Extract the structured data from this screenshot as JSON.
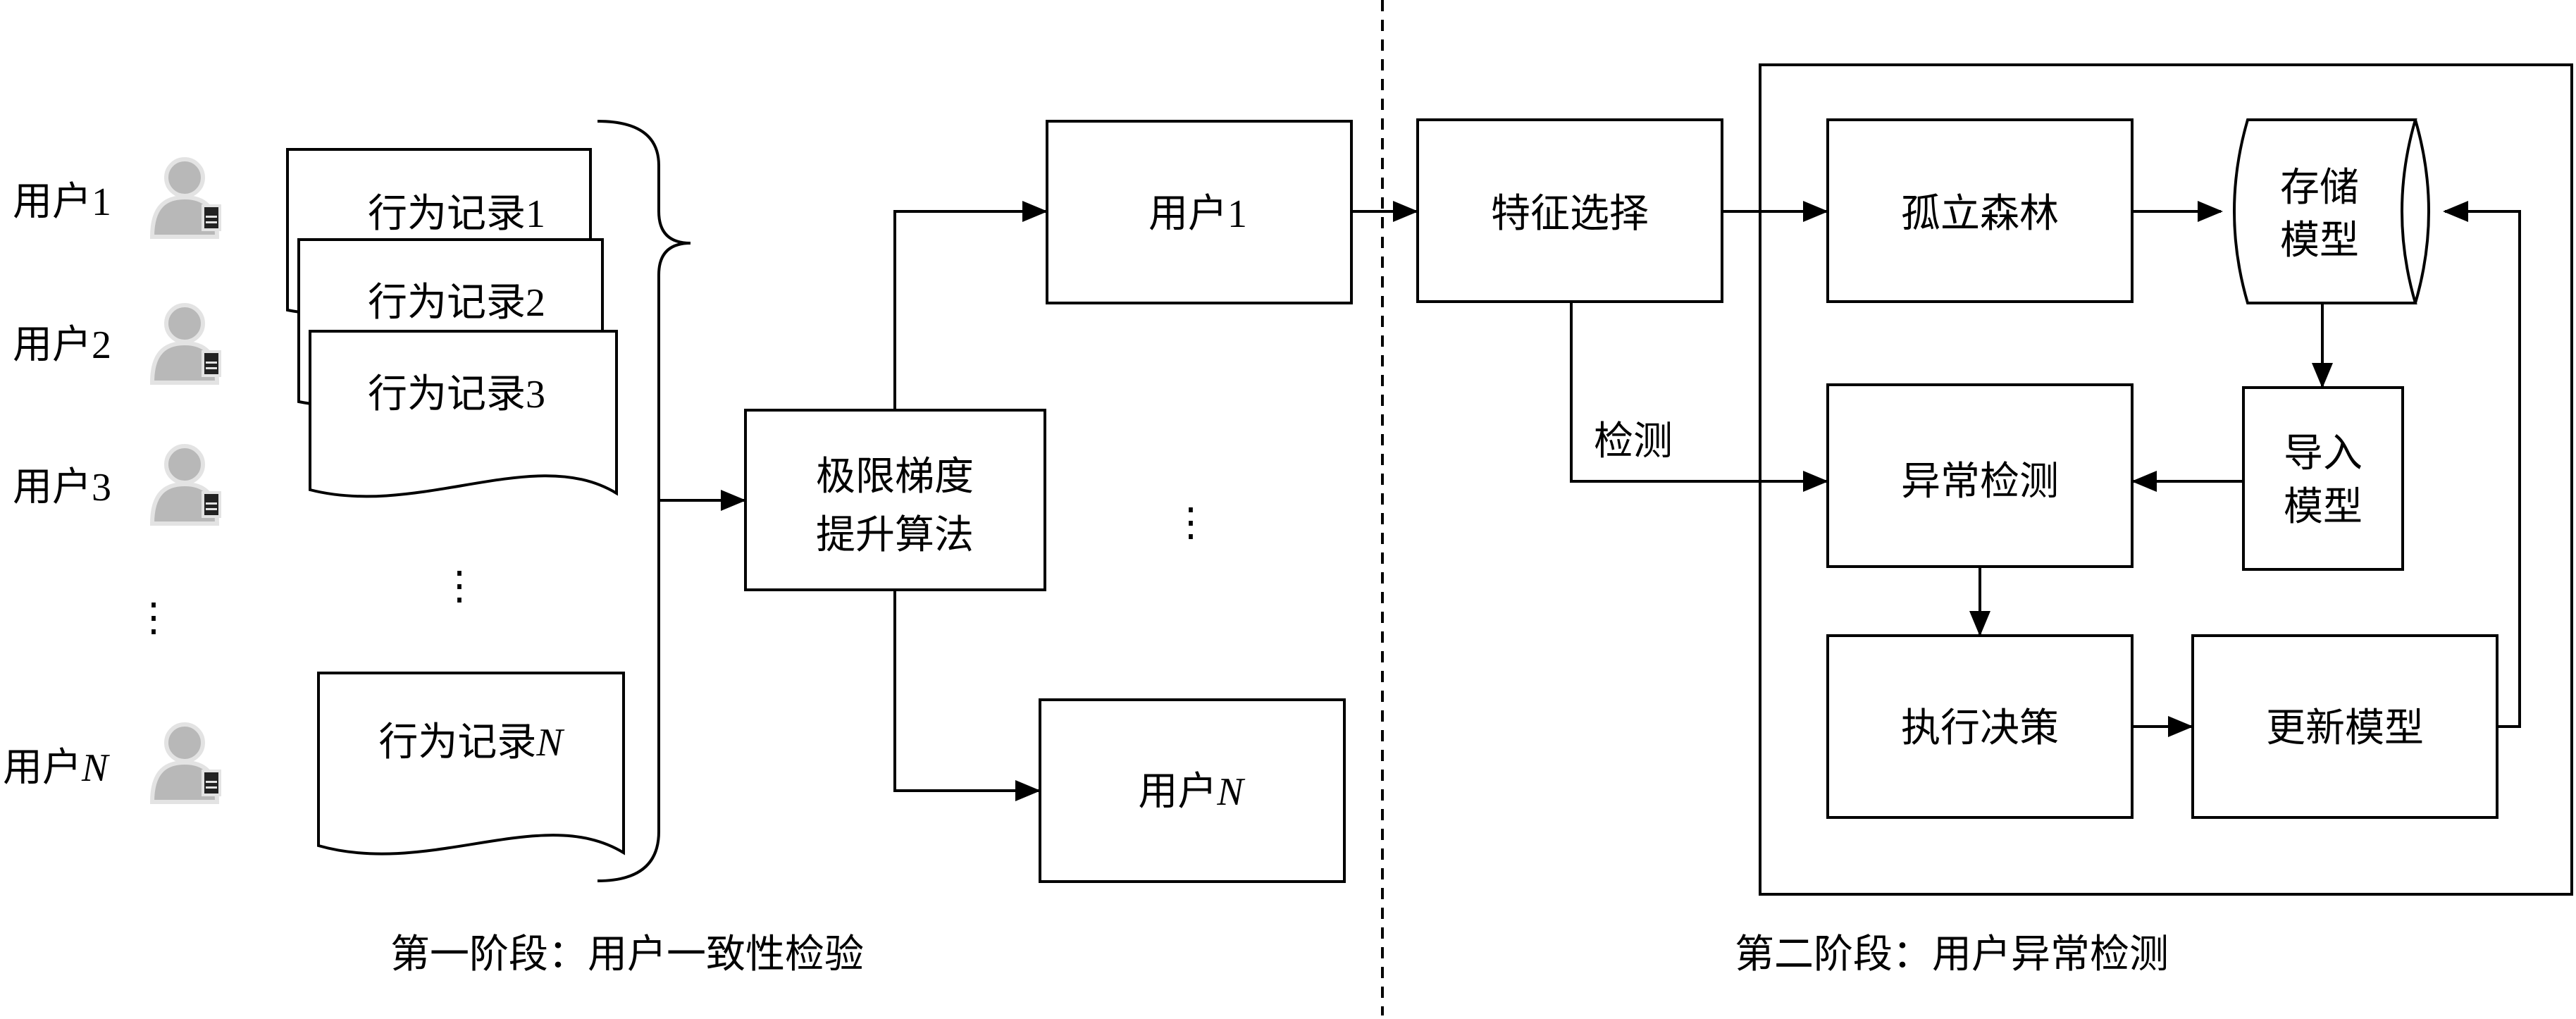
{
  "users": [
    {
      "label": "用户1"
    },
    {
      "label": "用户2"
    },
    {
      "label": "用户3"
    },
    {
      "label": "用户",
      "suffix": "N"
    }
  ],
  "records": [
    {
      "label": "行为记录1"
    },
    {
      "label": "行为记录2"
    },
    {
      "label": "行为记录3"
    },
    {
      "label": "行为记录",
      "suffix": "N"
    }
  ],
  "ellipsis": "⋮",
  "stage1": {
    "xgboost_line1": "极限梯度",
    "xgboost_line2": "提升算法",
    "user_out_1": "用户1",
    "user_out_n_prefix": "用户",
    "user_out_n_suffix": "N",
    "caption": "第一阶段：用户一致性检验"
  },
  "stage2": {
    "feature_selection": "特征选择",
    "isolation_forest": "孤立森林",
    "store_model_line1": "存储",
    "store_model_line2": "模型",
    "anomaly_detection": "异常检测",
    "import_model_line1": "导入",
    "import_model_line2": "模型",
    "execute_decision": "执行决策",
    "update_model": "更新模型",
    "detect_label": "检测",
    "caption": "第二阶段：用户异常检测"
  },
  "colors": {
    "stroke": "#000000",
    "icon_fill": "#b8b8b8",
    "icon_stroke": "#e3e3e3",
    "icon_doc": "#222222"
  }
}
